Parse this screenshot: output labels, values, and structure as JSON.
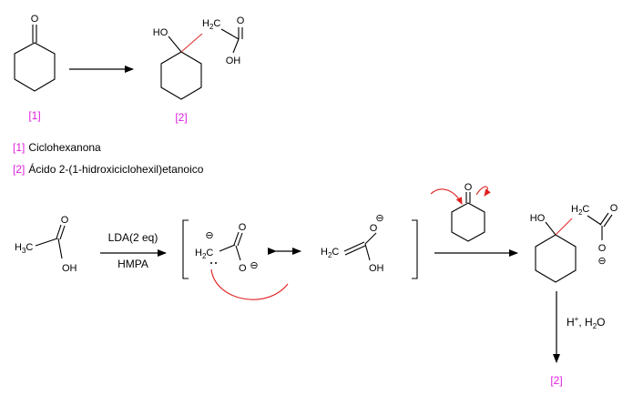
{
  "scheme": {
    "top": {
      "reactant_ref": "[1]",
      "product_ref": "[2]",
      "atoms": {
        "ketone_o": "O",
        "ho": "HO",
        "ch2_h": "H",
        "ch2_sub": "2",
        "ch2_c": "C",
        "acid_o": "O",
        "acid_oh": "OH"
      }
    },
    "legend": [
      {
        "ref": "[1]",
        "name": "Ciclohexanona"
      },
      {
        "ref": "[2]",
        "name": "Ácido 2-(1-hidroxiciclohexil)etanoico"
      }
    ],
    "mechanism": {
      "acetic_acid": {
        "h3": "H",
        "sub3": "3",
        "c": "C",
        "o": "O",
        "oh": "OH"
      },
      "reagents_1": {
        "above": "LDA(2 eq)",
        "below": "HMPA"
      },
      "dianion": {
        "charge": "⊖",
        "h": "H",
        "sub2": "2",
        "c": "C",
        "o": "O",
        "o_minus": "O"
      },
      "enolate": {
        "h": "H",
        "sub2": "2",
        "c": "C",
        "o_minus": "O",
        "oh": "OH"
      },
      "cyclohexanone_o": "O",
      "alkoxide": {
        "ho": "HO",
        "h": "H",
        "sub2": "2",
        "c": "C",
        "o": "O",
        "o_minus": "O"
      },
      "reagents_2": {
        "h": "H",
        "plus": "+",
        "sep": ", H",
        "sub2": "2",
        "o": "O"
      },
      "final_ref": "[2]"
    }
  }
}
